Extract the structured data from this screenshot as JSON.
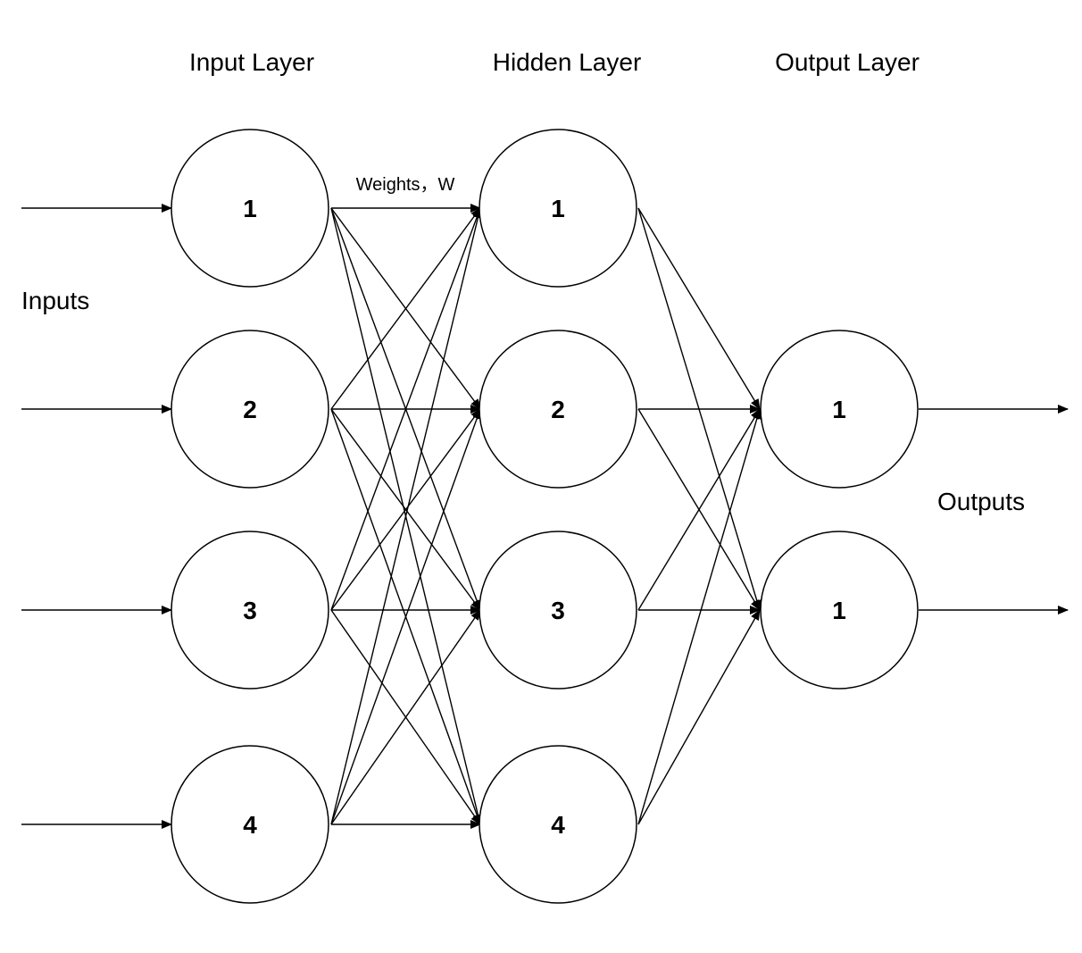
{
  "labels": {
    "input_layer": "Input Layer",
    "hidden_layer": "Hidden Layer",
    "output_layer": "Output Layer",
    "inputs": "Inputs",
    "outputs": "Outputs",
    "weights": "Weights，W"
  },
  "layers": [
    {
      "id": "input",
      "nodes": [
        "1",
        "2",
        "3",
        "4"
      ]
    },
    {
      "id": "hidden",
      "nodes": [
        "1",
        "2",
        "3",
        "4"
      ]
    },
    {
      "id": "output",
      "nodes": [
        "1",
        "1"
      ]
    }
  ]
}
